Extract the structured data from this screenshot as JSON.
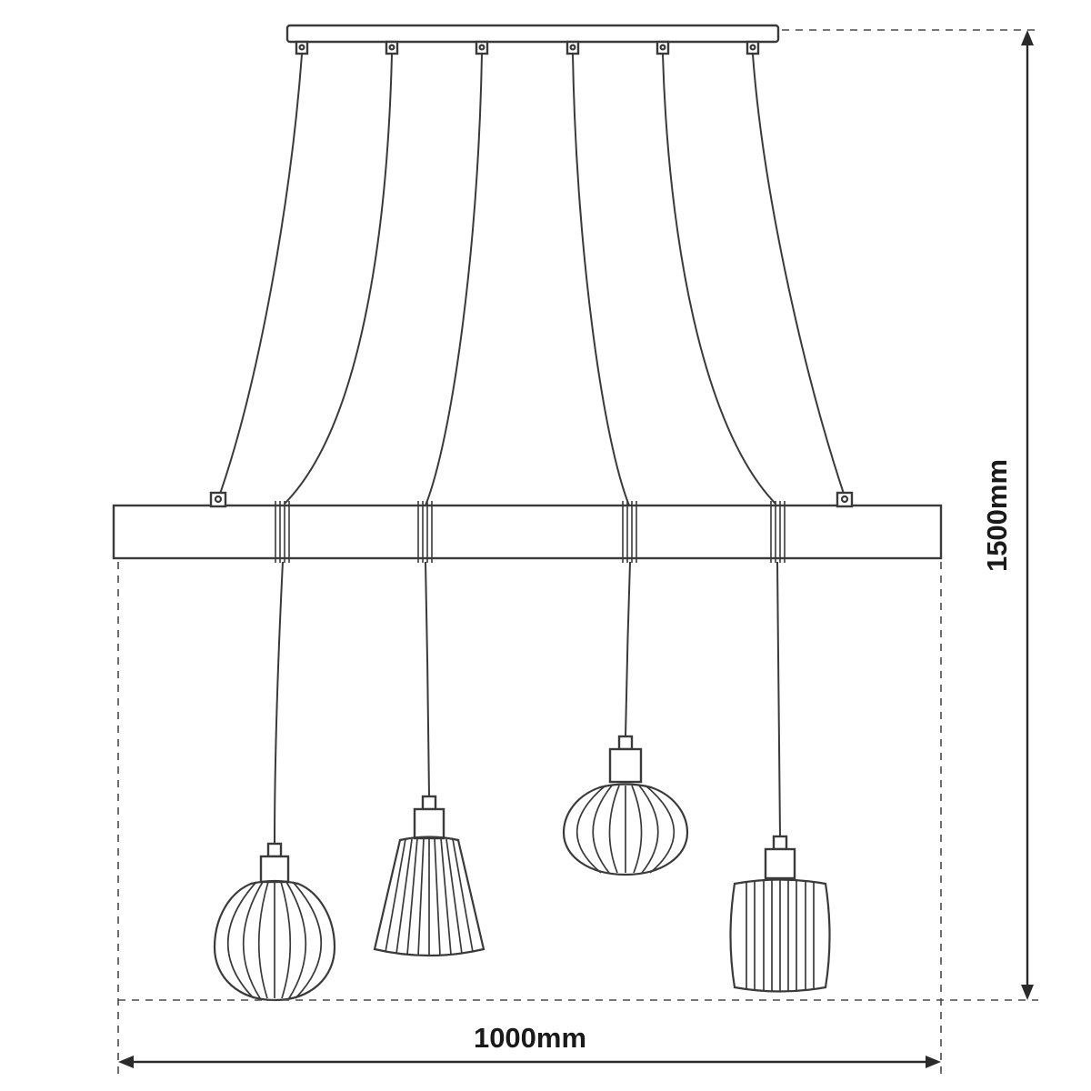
{
  "diagram": {
    "type": "technical-drawing",
    "subject": "pendant-lamp-with-wooden-beam-and-four-cage-shades",
    "dimensions": {
      "height_label": "1500mm",
      "width_label": "1000mm"
    },
    "colors": {
      "line": "#3a3a3a",
      "dimension_text": "#1a1a1a",
      "background": "#ffffff"
    }
  }
}
